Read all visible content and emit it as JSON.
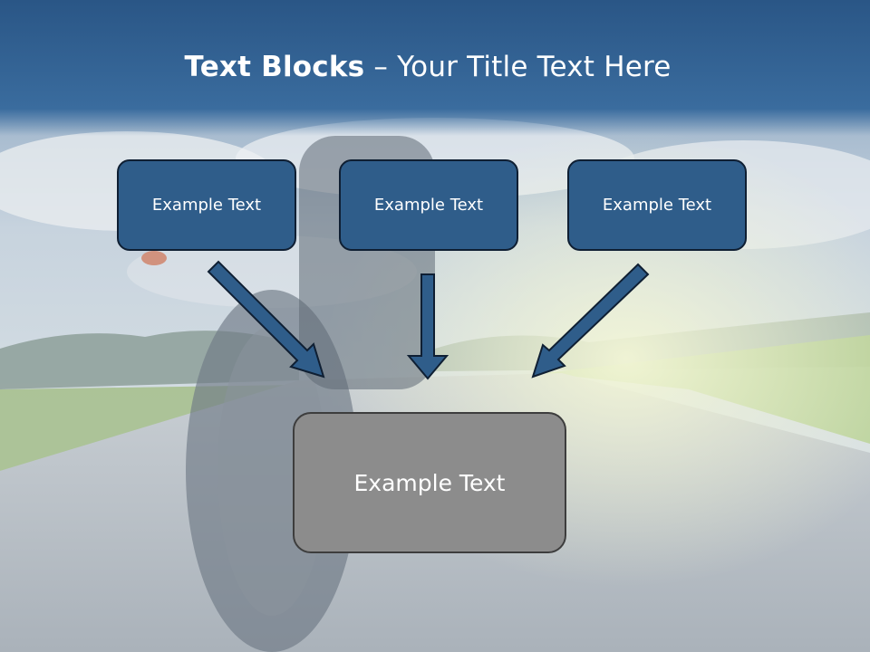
{
  "slide": {
    "title_bold": "Text Blocks",
    "title_rest": " – Your Title Text Here"
  },
  "blocks": [
    {
      "label": "Example Text"
    },
    {
      "label": "Example Text"
    },
    {
      "label": "Example Text"
    }
  ],
  "main_block": {
    "label": "Example Text"
  },
  "colors": {
    "title_bar": "#2d5a8a",
    "block_fill": "#2f5d8a",
    "main_block_fill": "#8c8c8c",
    "arrow_fill": "#2f5d8a"
  },
  "icons": {
    "arrow": "down-arrow-icon"
  }
}
